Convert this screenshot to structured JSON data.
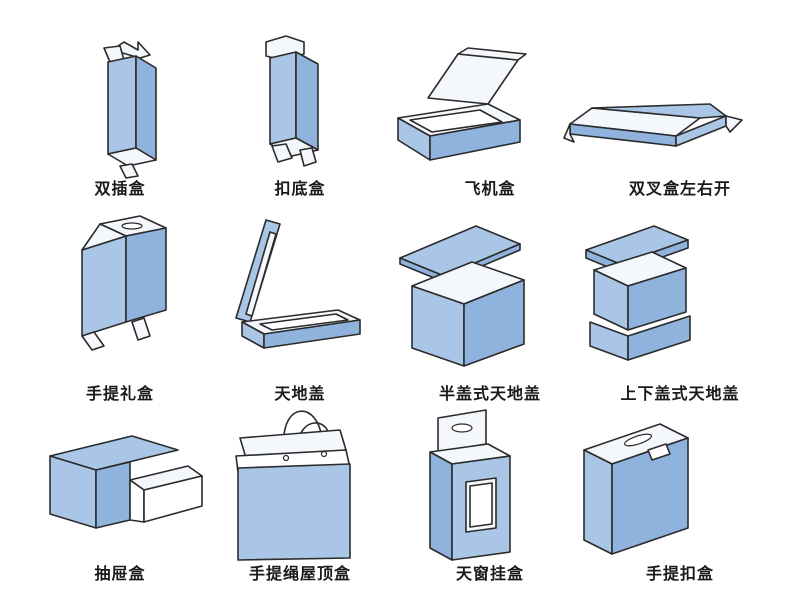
{
  "colors": {
    "box_blue": "#a9c6e6",
    "box_blue_dark": "#8fb3dc",
    "inner_white": "#f4f7fb",
    "outline": "#2b2b2b"
  },
  "boxes": [
    {
      "label": "双插盒",
      "icon": "tuck-end-box-icon"
    },
    {
      "label": "扣底盒",
      "icon": "lock-bottom-box-icon"
    },
    {
      "label": "飞机盒",
      "icon": "mailer-box-icon"
    },
    {
      "label": "双叉盒左右开",
      "icon": "side-open-sleeve-box-icon"
    },
    {
      "label": "手提礼盒",
      "icon": "handle-gift-box-icon"
    },
    {
      "label": "天地盖",
      "icon": "lid-and-base-box-icon"
    },
    {
      "label": "半盖式天地盖",
      "icon": "half-lid-box-icon"
    },
    {
      "label": "上下盖式天地盖",
      "icon": "top-bottom-lid-box-icon"
    },
    {
      "label": "抽屉盒",
      "icon": "drawer-box-icon"
    },
    {
      "label": "手提绳屋顶盒",
      "icon": "rope-handle-gable-box-icon"
    },
    {
      "label": "天窗挂盒",
      "icon": "window-hanger-box-icon"
    },
    {
      "label": "手提扣盒",
      "icon": "handle-lock-box-icon"
    }
  ]
}
